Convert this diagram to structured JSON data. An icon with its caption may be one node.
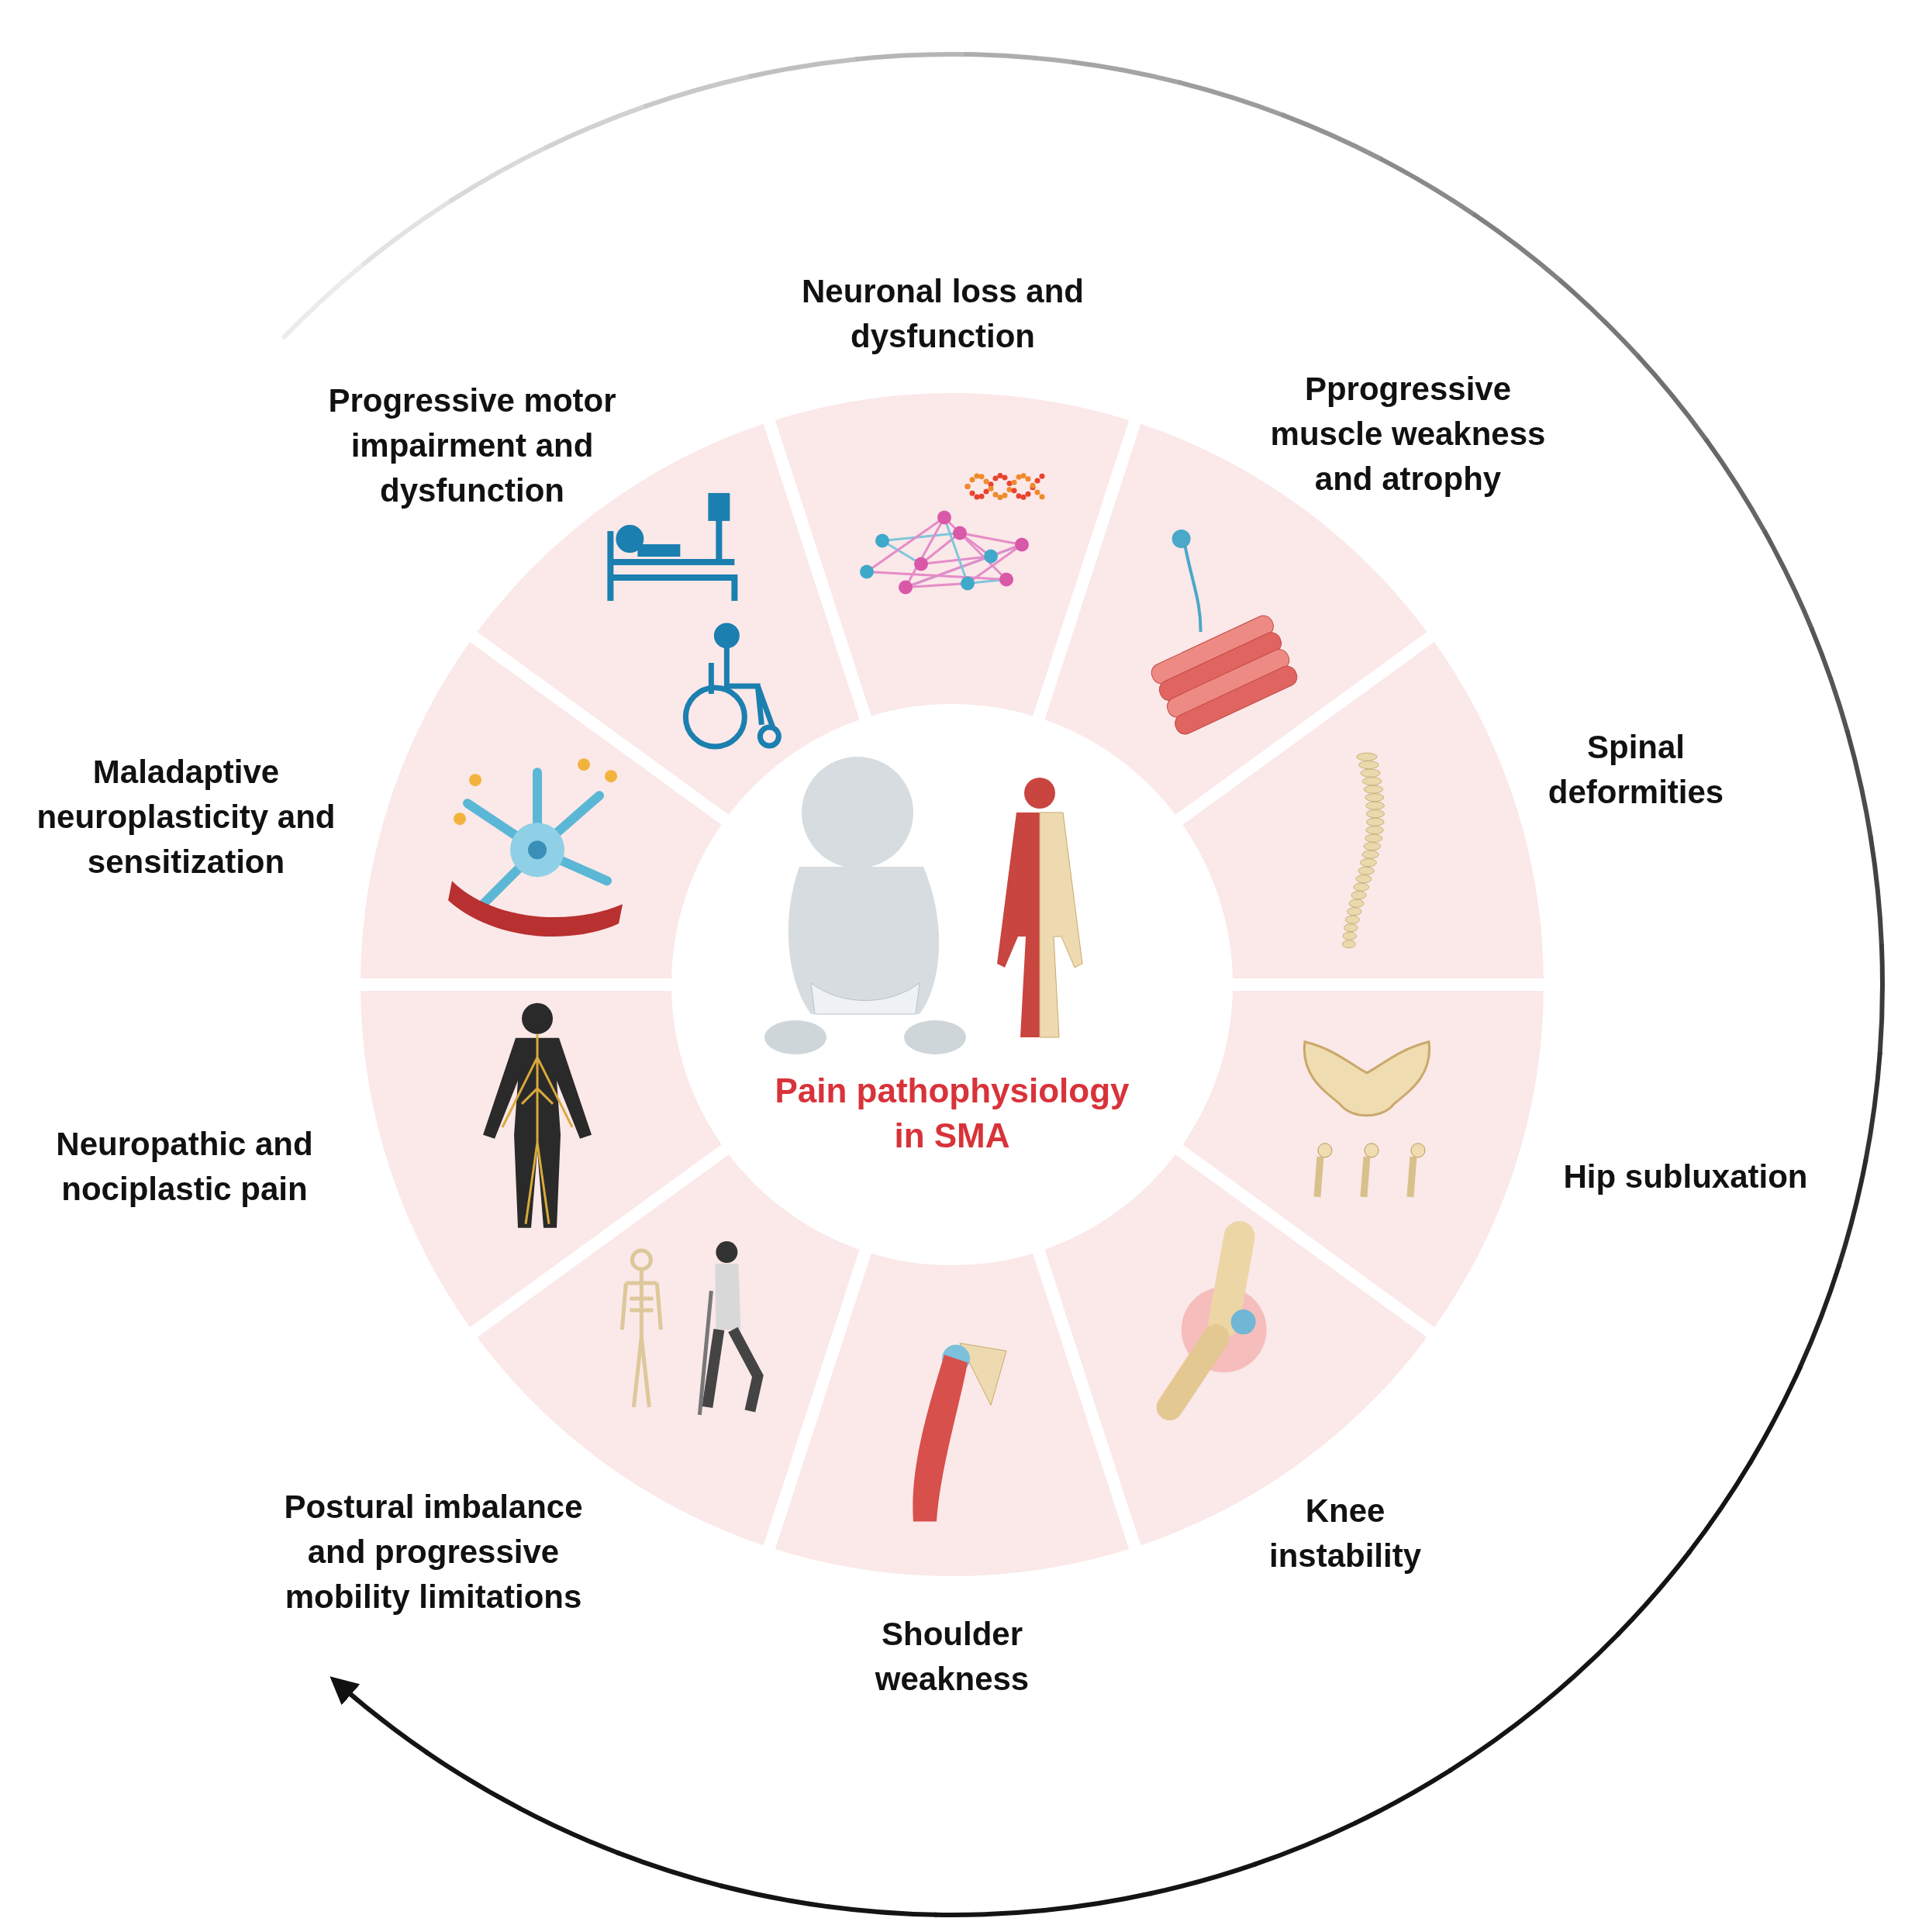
{
  "diagram": {
    "nodes": [
      {
        "text": [
          "Pain pathophysiology in SMA"
        ]
      },
      {
        "text": [],
        "shape": "picture",
        "beside": [
          "Neuronal loss and dysfunction"
        ]
      },
      {
        "text": [],
        "shape": "picture",
        "beside": [
          "Pprogressive muscle weakness and atrophy"
        ]
      },
      {
        "text": [],
        "shape": "picture",
        "beside": [
          "Spinal deformities"
        ]
      },
      {
        "text": [],
        "shape": "picture",
        "beside": [
          "Hip subluxation"
        ]
      },
      {
        "text": [],
        "shape": "picture",
        "beside": [
          "Knee instability"
        ]
      },
      {
        "text": [],
        "shape": "picture",
        "beside": [
          "Shoulder weakness"
        ]
      },
      {
        "text": [],
        "shape": "picture",
        "beside": [
          "Postural imbalance and progressive mobility limitations"
        ]
      },
      {
        "text": [],
        "shape": "picture",
        "beside": [
          "Neuropathic and nociplastic pain"
        ]
      },
      {
        "text": [],
        "shape": "picture",
        "beside": [
          "Maladaptive neuroplasticity and sensitization"
        ]
      },
      {
        "text": [],
        "shape": "picture",
        "beside": [
          "Progressive motor impairment and dysfunction"
        ]
      }
    ]
  }
}
